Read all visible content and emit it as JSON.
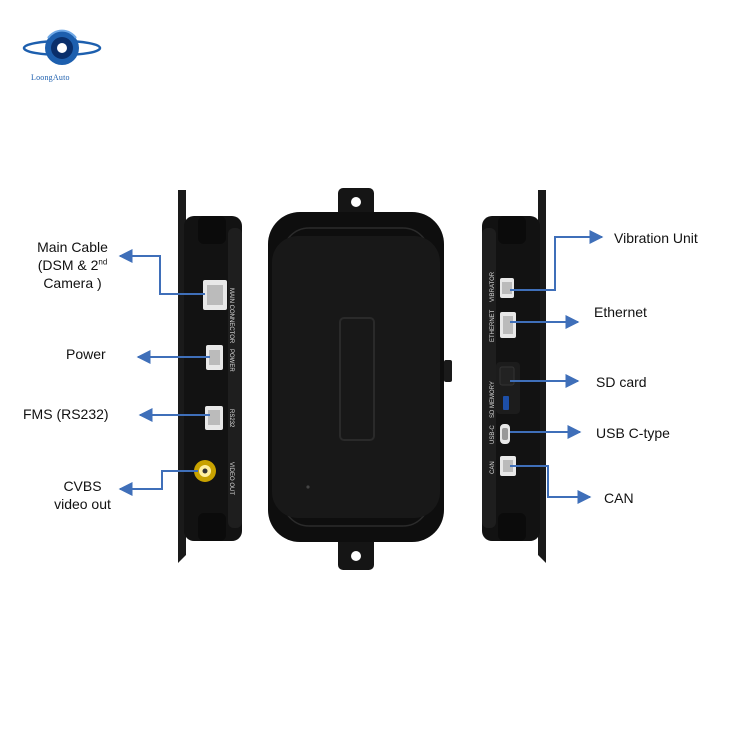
{
  "brand": {
    "logo_text": "LoongAuto",
    "accent": "#1d5fae"
  },
  "colors": {
    "arrow": "#3f6fb9",
    "device": "#111111"
  },
  "left_labels": {
    "main_cable_line1": "Main Cable",
    "main_cable_line2_pre": "(DSM & 2",
    "main_cable_sup": "nd",
    "main_cable_line3": "Camera )",
    "power": "Power",
    "fms": "FMS (RS232)",
    "cvbs_line1": "CVBS",
    "cvbs_line2": "video out"
  },
  "right_labels": {
    "vibration": "Vibration Unit",
    "ethernet": "Ethernet",
    "sd_card": "SD card",
    "usb": "USB C-type",
    "can": "CAN"
  },
  "left_ports": {
    "main": "MAIN CONNECTOR",
    "power": "POWER",
    "rs232": "RS232",
    "video": "VIDEO OUT"
  },
  "right_ports": {
    "vibrator": "VIBRATOR",
    "ethernet": "ETHERNET",
    "sd": "SD MEMORY",
    "usbc": "USB-C",
    "can": "CAN"
  }
}
